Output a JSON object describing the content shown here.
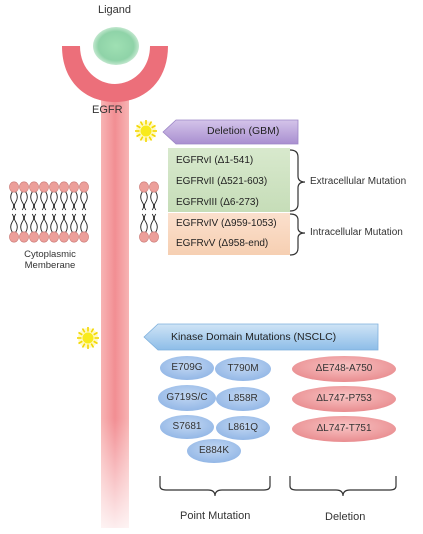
{
  "labels": {
    "ligand": "Ligand",
    "egfr": "EGFR",
    "membrane": [
      "Cytoplasmic",
      "Memberane"
    ],
    "extracellular": "Extracellular Mutation",
    "intracellular": "Intracellular Mutation",
    "point_mutation": "Point Mutation",
    "deletion_bottom": "Deletion"
  },
  "deletion_banner": "Deletion (GBM)",
  "kinase_banner": "Kinase Domain Mutations (NSCLC)",
  "extracellular_mutations": [
    "EGFRvI (Δ1-541)",
    "EGFRvII (Δ521-603)",
    "EGFRvIII (Δ6-273)"
  ],
  "intracellular_mutations": [
    "EGFRvIV (Δ959-1053)",
    "EGFRvV (Δ958-end)"
  ],
  "point_mutations": [
    "E709G",
    "T790M",
    "G719S/C",
    "L858R",
    "S7681",
    "L861Q",
    "E884K"
  ],
  "deletions": [
    "ΔE748-A750",
    "ΔL747-P753",
    "ΔL747-T751"
  ],
  "colors": {
    "receptor": "#f4a3a3",
    "receptor_dark": "#e8747a",
    "ligand": "#7ecf9c",
    "deletion_banner": "#b9a2d9",
    "kinase_banner": "#a9cdef",
    "extracellular_box": "#cfe2c2",
    "intracellular_box": "#f7d5bd",
    "point_mutation": "#a7c6ec",
    "deletion": "#ef9fa0",
    "star": "#f5e50f"
  }
}
